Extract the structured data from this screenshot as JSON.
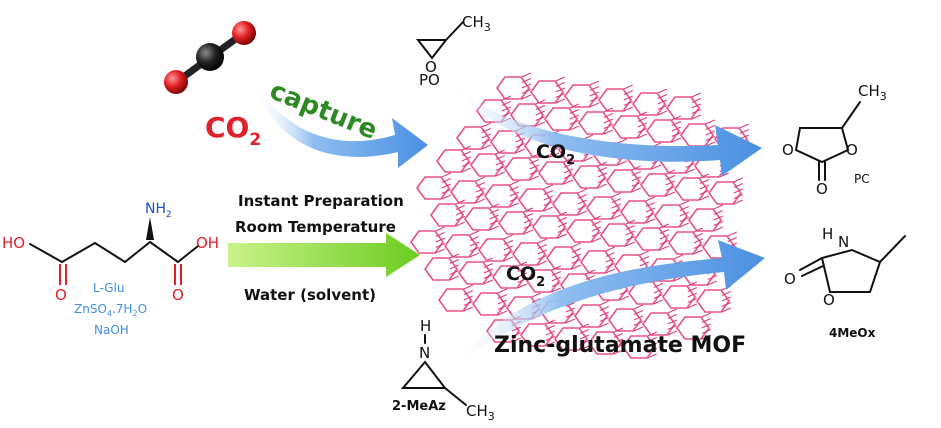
{
  "co2_label": {
    "main": "CO",
    "sub": "2"
  },
  "capture_label": "capture",
  "conditions": {
    "line1": "Instant Preparation",
    "line2": "Room Temperature",
    "line3": "Water (solvent)"
  },
  "reagents": {
    "glu": "L-Glu",
    "zn_a": "ZnSO",
    "zn_sub": "4",
    "zn_b": ".7H",
    "zn_sub2": "2",
    "zn_c": "O",
    "naoh": "NaOH"
  },
  "glu_structure": {
    "nh2": "NH",
    "nh2_sub": "2",
    "ho_left": "HO",
    "oh_right": "OH",
    "o_left": "O",
    "o_right": "O"
  },
  "po": {
    "ch3": "CH",
    "ch3_sub": "3",
    "o": "O",
    "label": "PO"
  },
  "pc": {
    "ch3": "CH",
    "ch3_sub": "3",
    "o1": "O",
    "o2": "O",
    "o3": "O",
    "label": "PC"
  },
  "oxazolidinone": {
    "h": "H",
    "n": "N",
    "o1": "O",
    "o2": "O",
    "label": "4MeOx"
  },
  "aziridine": {
    "h": "H",
    "n": "N",
    "ch3": "CH",
    "ch3_sub": "3",
    "label": "2-MeAz"
  },
  "mof": {
    "label": "Zinc-glutamate MOF",
    "co2_top": "CO",
    "co2_top_sub": "2",
    "co2_bot": "CO",
    "co2_bot_sub": "2"
  },
  "colors": {
    "red": "#e0202a",
    "blue_arrow": "#5b9ee8",
    "green_arrow": "#7fd42a",
    "mof": "#e8508a",
    "reagent_blue": "#3f8fe0",
    "capture_green": "#2e8a22"
  }
}
